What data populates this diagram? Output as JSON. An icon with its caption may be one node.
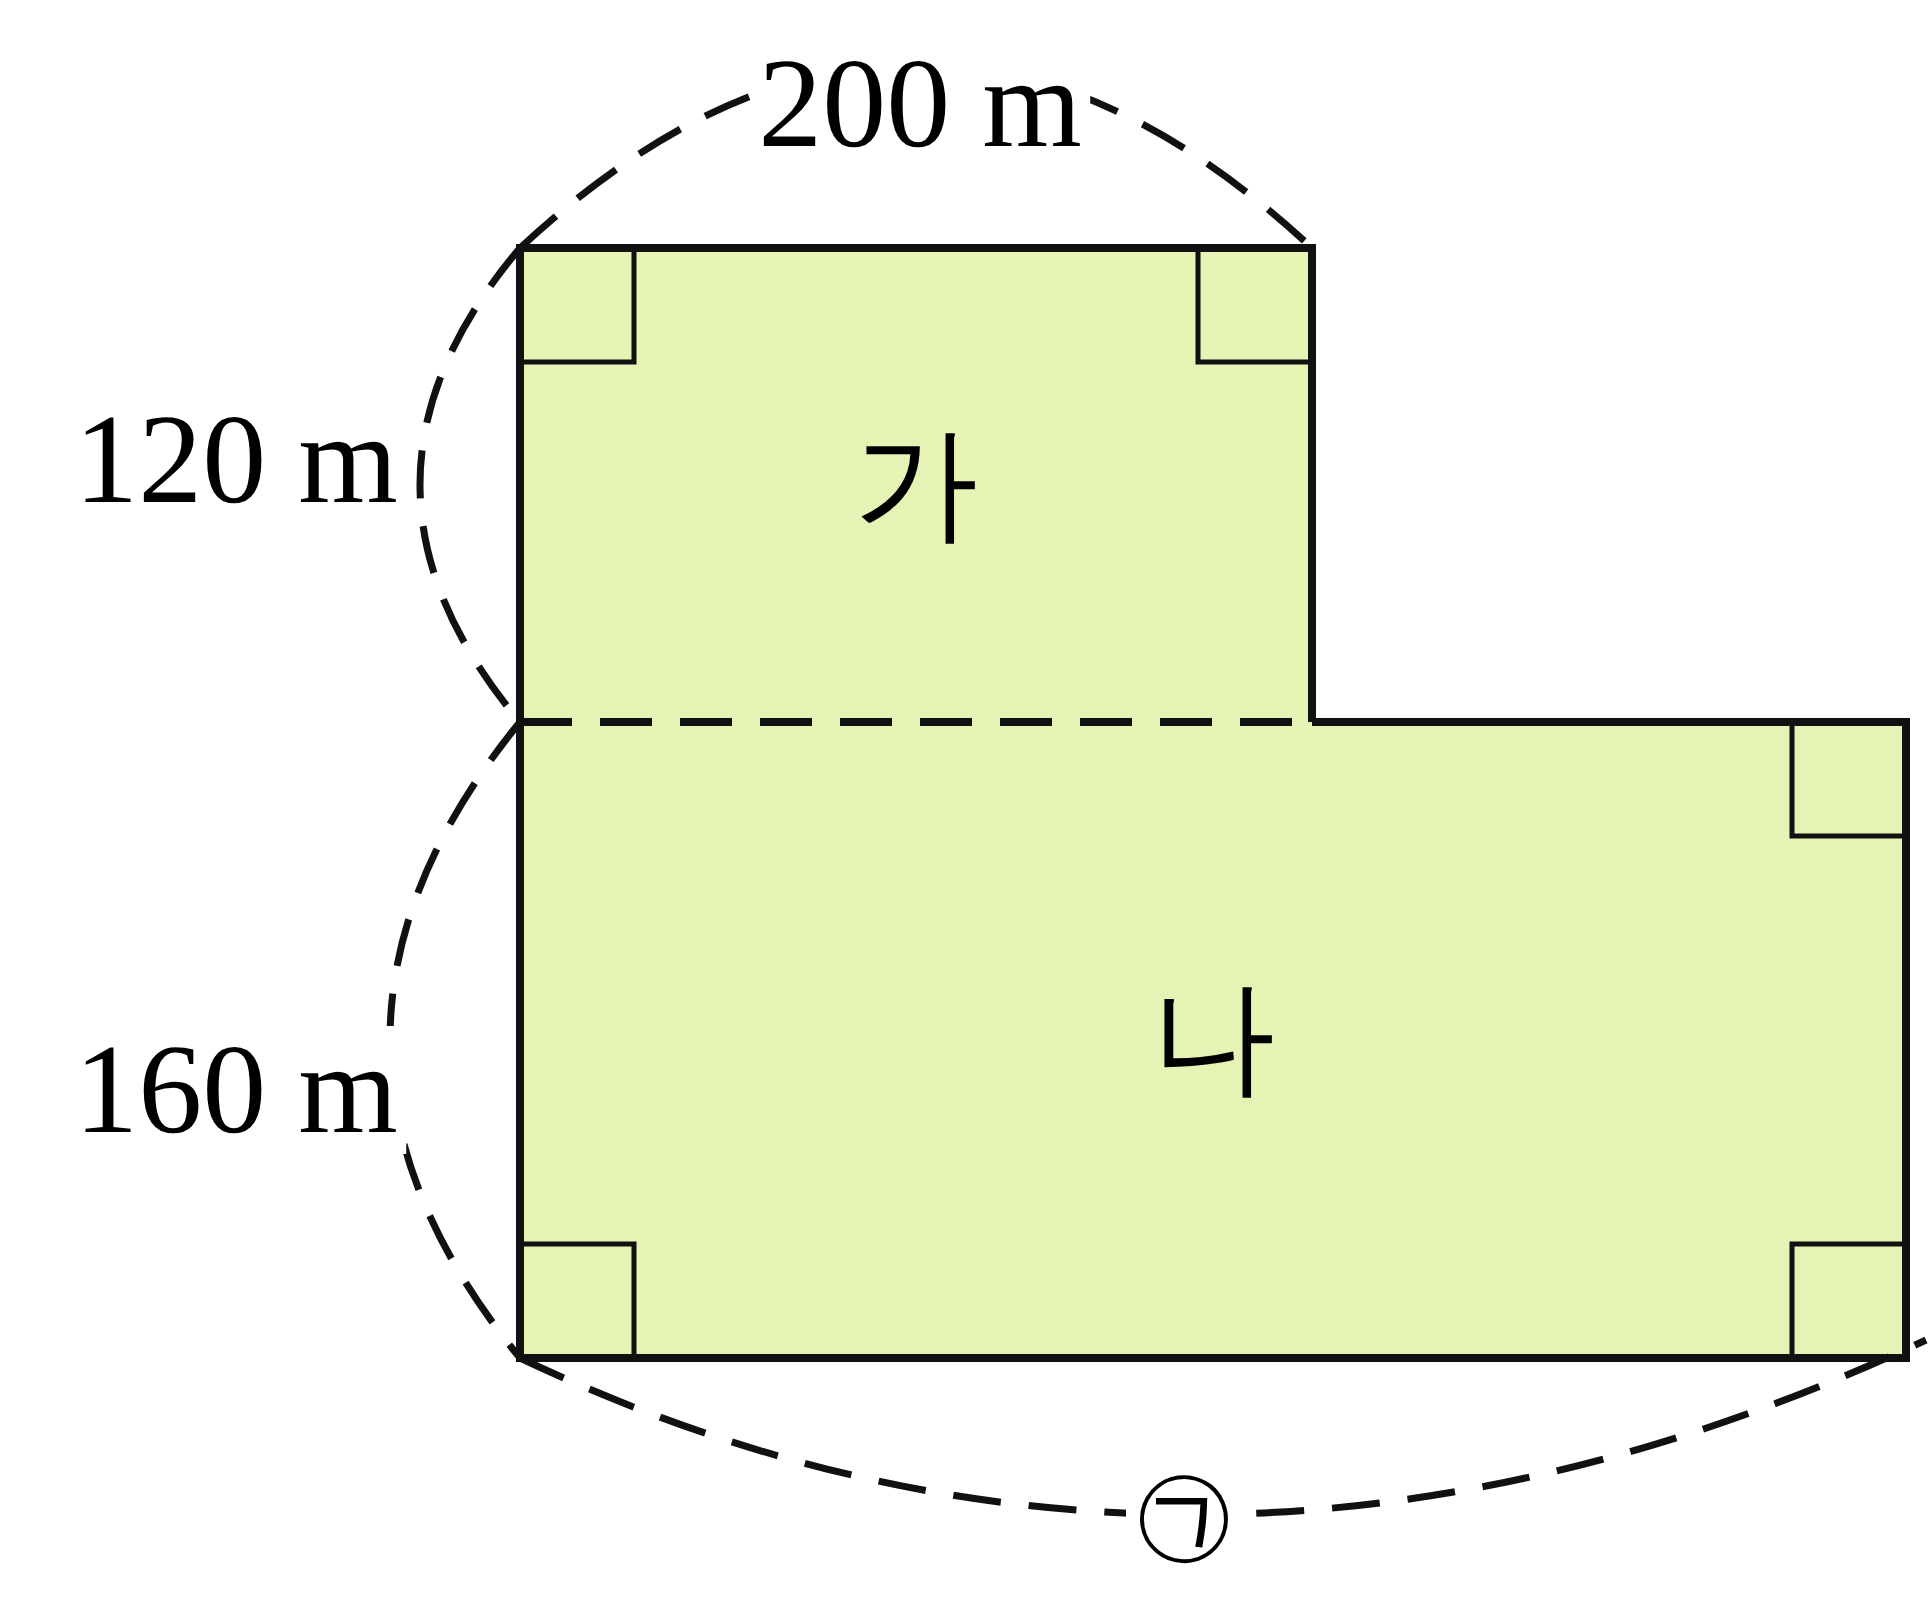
{
  "diagram": {
    "nodes": [
      {
        "text": [
          "가"
        ]
      },
      {
        "text": [
          "나"
        ]
      }
    ],
    "labels": [
      "200 m",
      "120 m",
      "160 m",
      "㉠"
    ]
  }
}
